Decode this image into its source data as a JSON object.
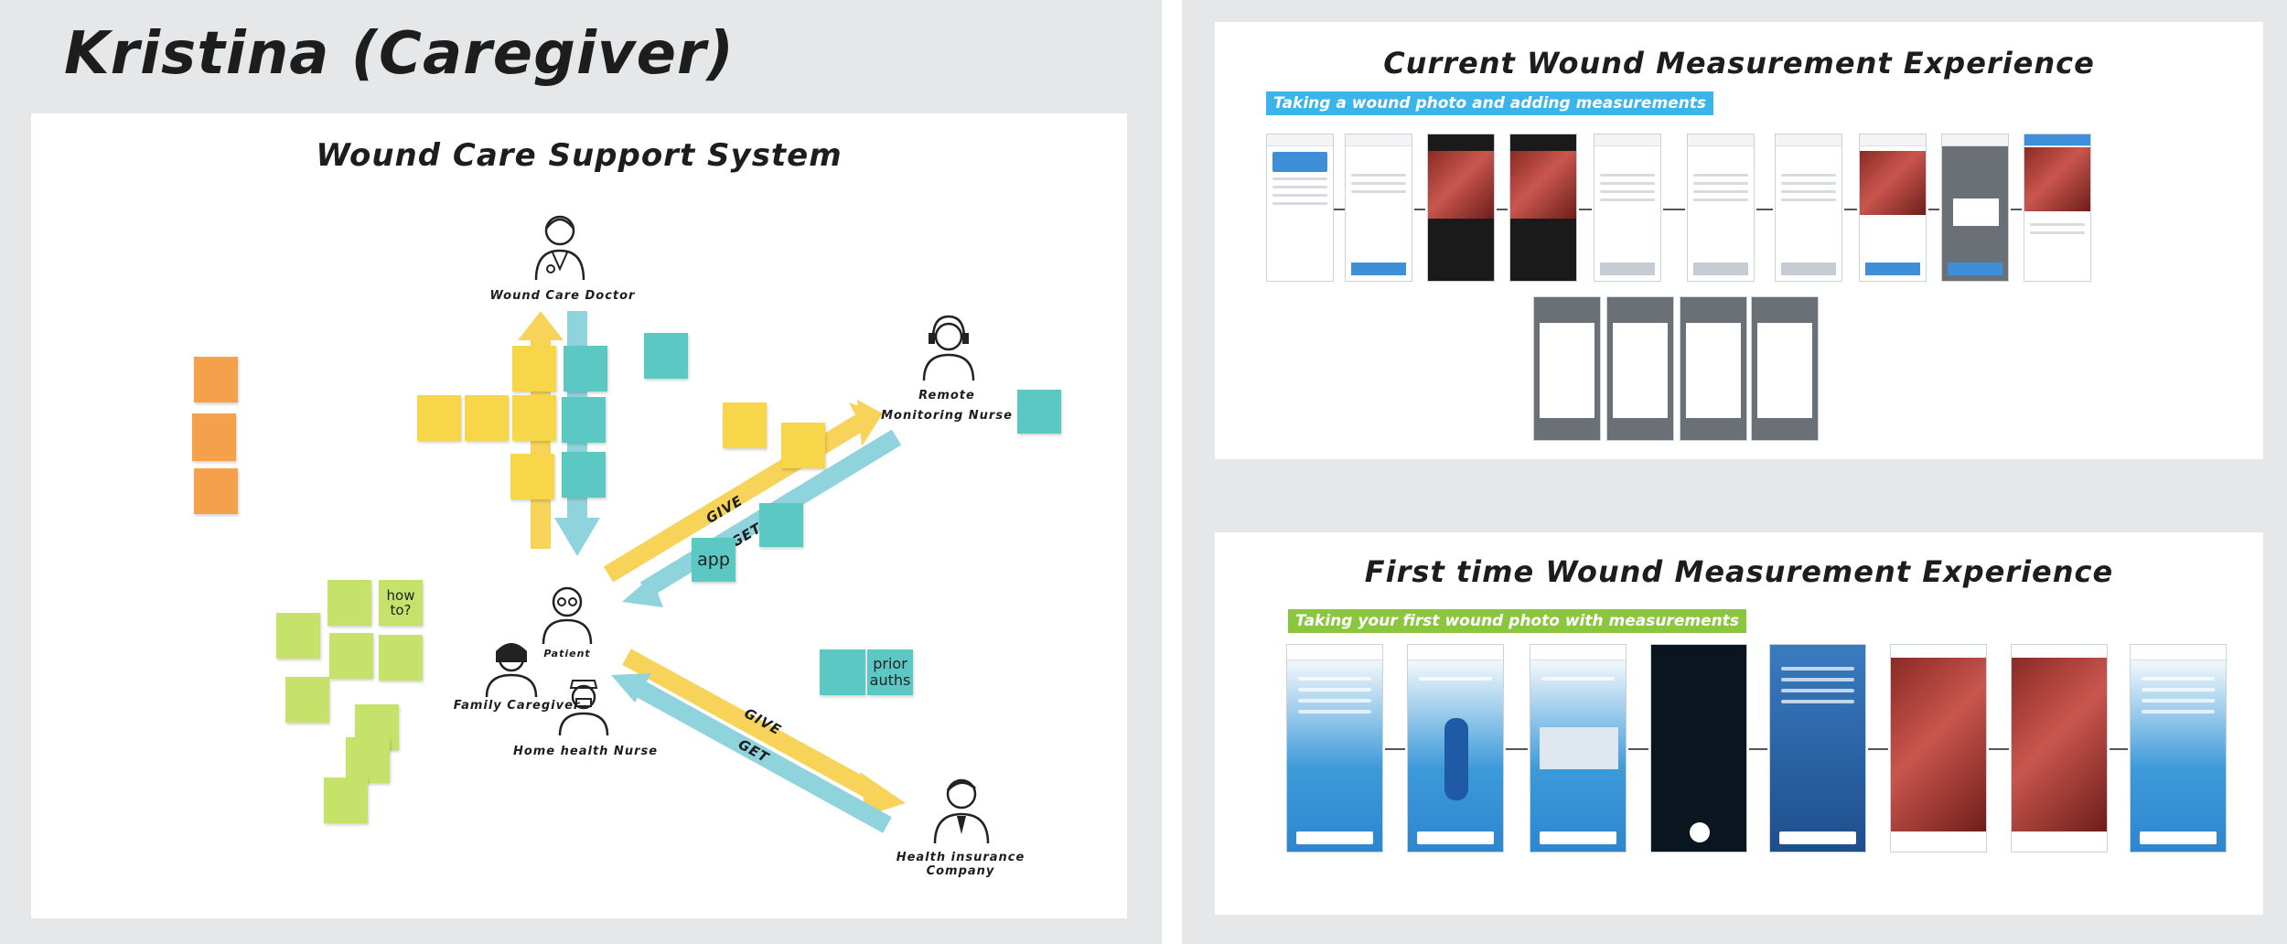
{
  "page_title": "Kristina (Caregiver)",
  "left_panel": {
    "title": "Wound Care Support System",
    "actors": {
      "doctor": "Wound Care Doctor",
      "nurse_remote": "Remote Monitoring Nurse",
      "patient": "Patient",
      "family": "Family Caregiver",
      "home_nurse": "Home health Nurse",
      "insurance": "Health insurance Company"
    },
    "arrow_labels": {
      "give_top": "GIVE",
      "get_top": "GET",
      "give_bottom": "GIVE",
      "get_bottom": "GET"
    },
    "notes": {
      "app": "app",
      "how_to": "how to?",
      "prior_auths": "prior auths"
    }
  },
  "right_top": {
    "title": "Current Wound Measurement Experience",
    "tag": "Taking a wound photo and adding measurements"
  },
  "right_bottom": {
    "title": "First time Wound Measurement Experience",
    "tag": "Taking your first wound photo with measurements"
  },
  "colors": {
    "yellow_arrow": "#f7d35a",
    "teal_arrow": "#8fd3dc",
    "tag_blue": "#3bb4ea",
    "tag_green": "#8cc63f"
  },
  "icons": [
    "doctor-icon",
    "nurse-headset-icon",
    "patient-icon",
    "family-caregiver-icon",
    "home-nurse-icon",
    "insurance-agent-icon"
  ]
}
